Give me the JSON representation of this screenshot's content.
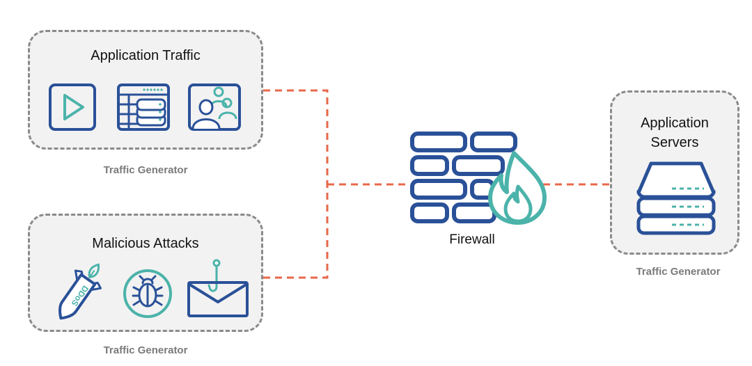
{
  "nodes": {
    "application_traffic": {
      "title": "Application Traffic",
      "caption": "Traffic Generator",
      "icons": [
        "video-play-icon",
        "database-server-icon",
        "users-icon"
      ]
    },
    "malicious_attacks": {
      "title": "Malicious Attacks",
      "caption": "Traffic Generator",
      "icons": [
        "ddos-missile-icon",
        "bug-icon",
        "phishing-mail-icon"
      ]
    },
    "firewall": {
      "label": "Firewall",
      "icon": "firewall-icon"
    },
    "application_servers": {
      "title_line1": "Application",
      "title_line2": "Servers",
      "caption": "Traffic Generator",
      "icon": "server-stack-icon"
    }
  },
  "ddos_text": "DDoS",
  "colors": {
    "primary_blue": "#2a5198",
    "accent_teal": "#4bb3aa",
    "connector_orange": "#e8684a",
    "box_border": "#8a8a8a",
    "box_fill": "#f2f2f2",
    "caption_gray": "#7a7a7a"
  }
}
